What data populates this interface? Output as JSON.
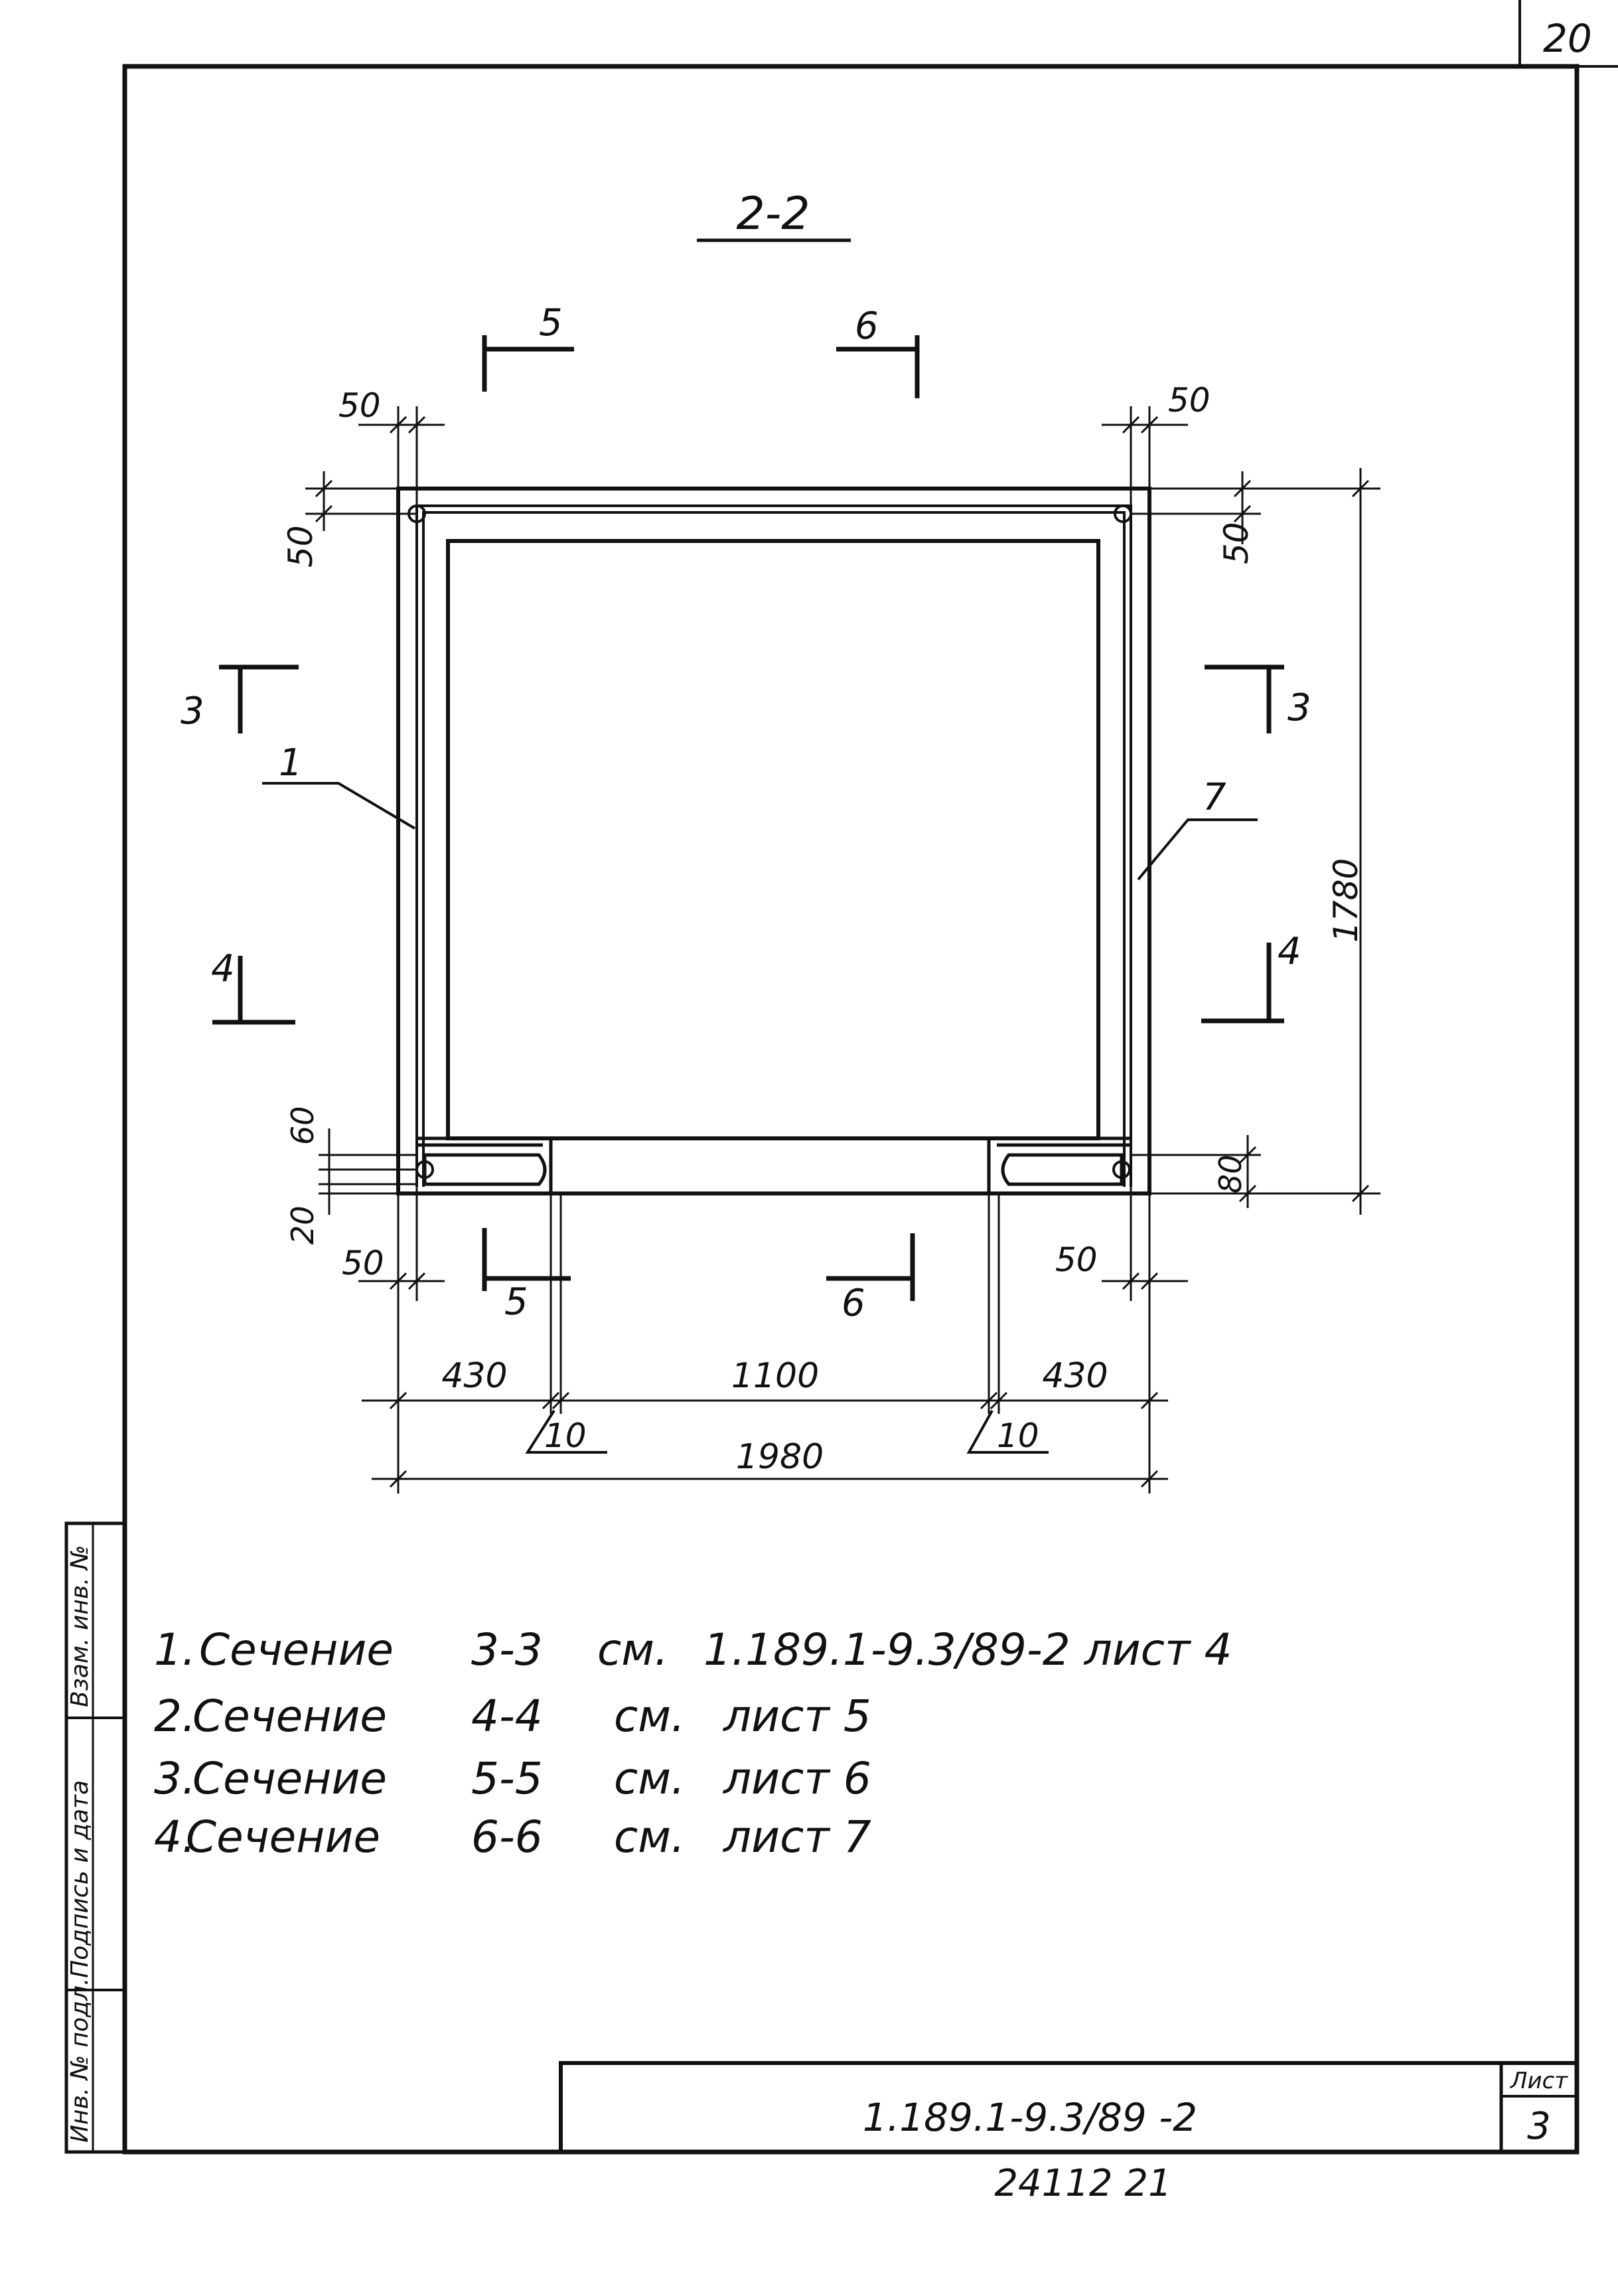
{
  "sheet": {
    "corner_number": "20",
    "designation": "1.189.1-9.3/89 -2",
    "sheet_label": "Лист",
    "sheet_number": "3",
    "bottom_code": "24112   21"
  },
  "side_stamp": {
    "inv_original": "Инв. № подл.",
    "signature_date": "Подпись и дата",
    "replaced_inv": "Взам. инв. №"
  },
  "section": {
    "title": "2-2",
    "cut_marks": {
      "five": "5",
      "six": "6",
      "three": "3",
      "four": "4"
    },
    "leaders": {
      "left": "1",
      "right": "7"
    },
    "dimensions": {
      "top_left_50": "50",
      "top_right_50": "50",
      "left_vertical_50": "50",
      "right_vertical_50": "50",
      "overall_height": "1780",
      "left_60": "60",
      "left_20": "20",
      "right_80": "80",
      "bottom_left_50": "50",
      "bottom_right_50": "50",
      "seg_left": "430",
      "seg_middle": "1100",
      "seg_right": "430",
      "gap_left": "10",
      "gap_right": "10",
      "overall_width": "1980"
    }
  },
  "notes": [
    {
      "num": "1.",
      "word": "Сечение",
      "section": "3-3",
      "see": "см.",
      "ref": "1.189.1-9.3/89-2  лист 4"
    },
    {
      "num": "2.",
      "word": "Сечение",
      "section": "4-4",
      "see": "см.",
      "ref": "лист 5"
    },
    {
      "num": "3.",
      "word": "Сечение",
      "section": "5-5",
      "see": "см.",
      "ref": "лист 6"
    },
    {
      "num": "4.",
      "word": "Сечение",
      "section": "6-6",
      "see": "см.",
      "ref": "лист 7"
    }
  ]
}
